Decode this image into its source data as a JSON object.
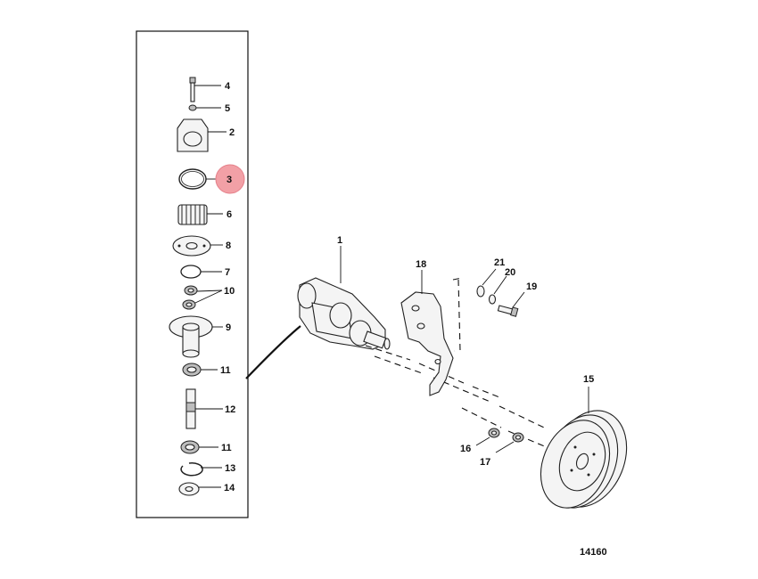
{
  "figure_number": "14160",
  "highlight_color": "#f2a0a6",
  "callouts": {
    "c1": "1",
    "c2": "2",
    "c3": "3",
    "c4": "4",
    "c5": "5",
    "c6": "6",
    "c7": "7",
    "c8": "8",
    "c9": "9",
    "c10": "10",
    "c11a": "11",
    "c11b": "11",
    "c12": "12",
    "c13": "13",
    "c14": "14",
    "c15": "15",
    "c16": "16",
    "c17": "17",
    "c18": "18",
    "c19": "19",
    "c20": "20",
    "c21": "21"
  }
}
